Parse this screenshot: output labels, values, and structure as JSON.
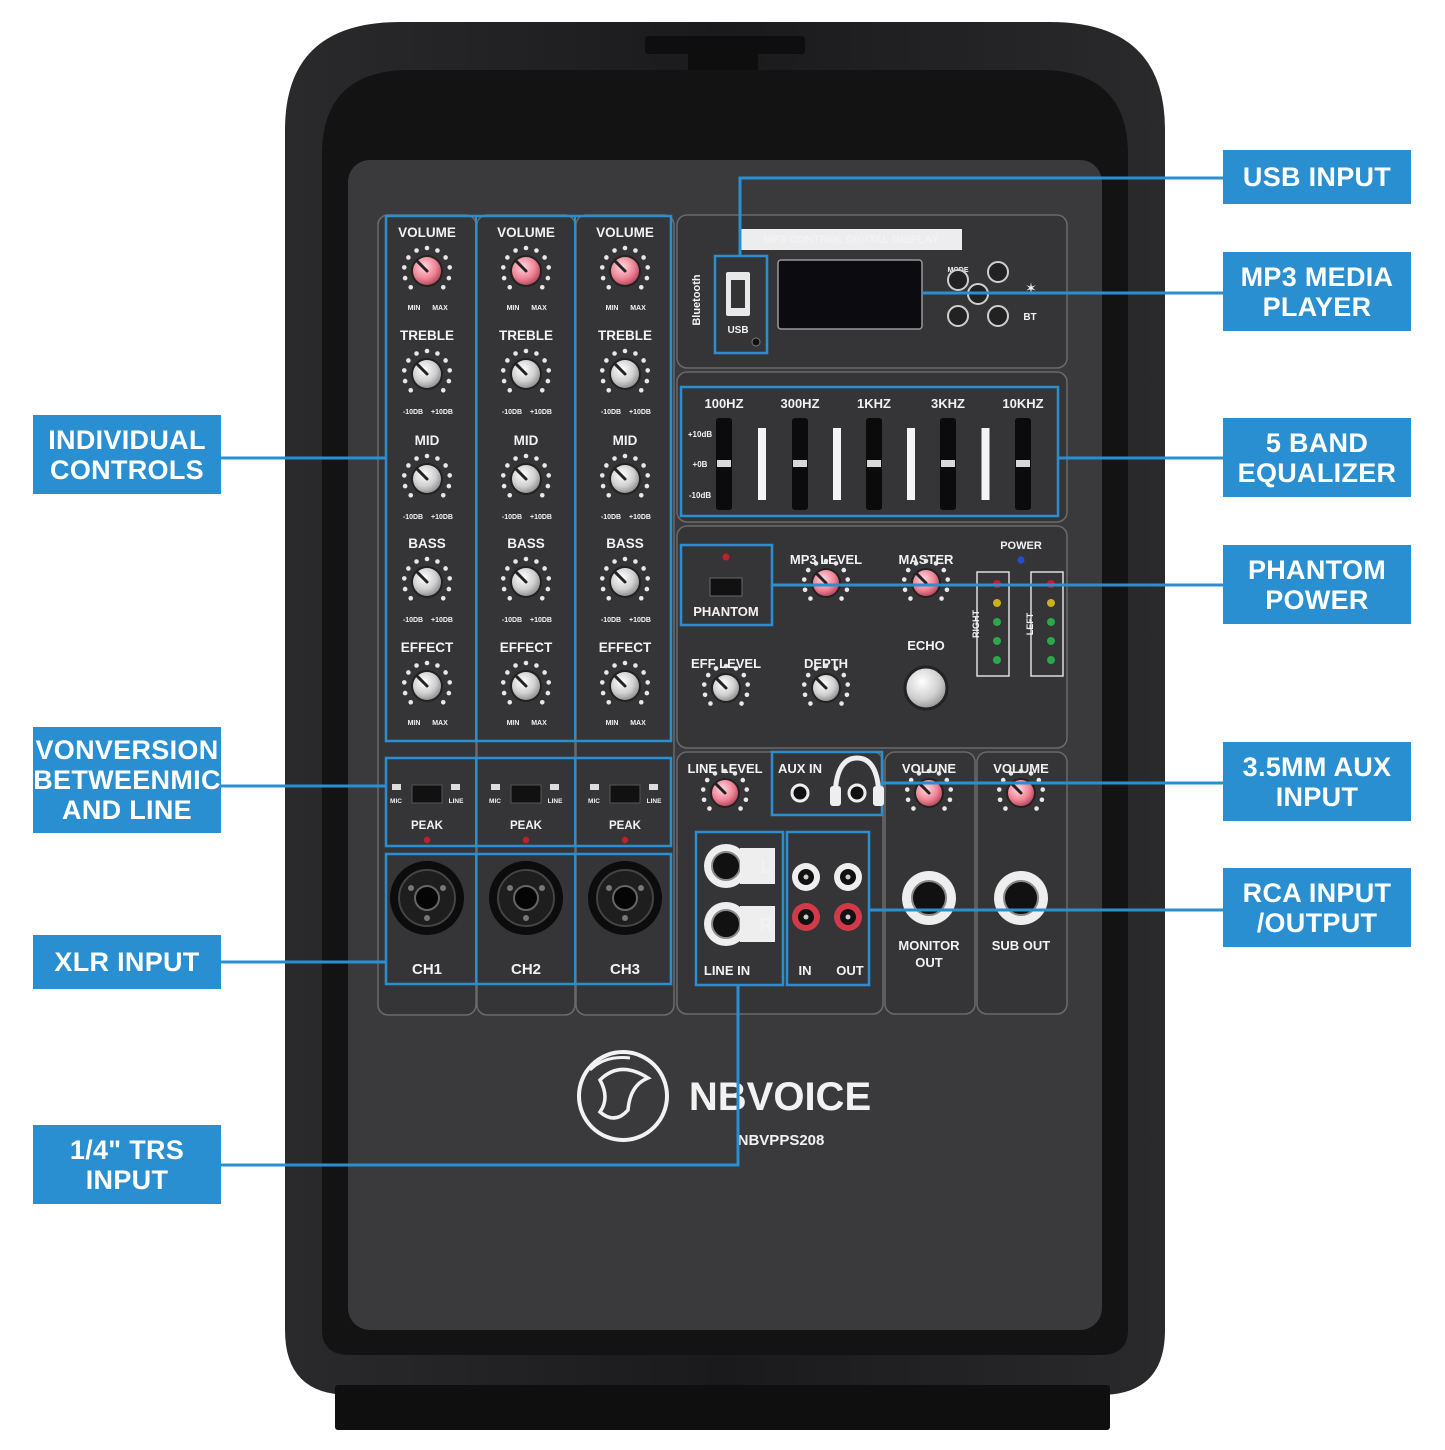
{
  "callouts": {
    "usb_input": "USB INPUT",
    "mp3_media_player": "MP3 MEDIA\nPLAYER",
    "individual_controls": "INDIVIDUAL\nCONTROLS",
    "five_band_equalizer": "5 BAND\nEQUALIZER",
    "phantom_power": "PHANTOM\nPOWER",
    "conversion_mic_line": "VONVERSION\nBETWEENMIC\nAND LINE",
    "aux_input": "3.5MM AUX\nINPUT",
    "rca_input_output": "RCA INPUT\n/OUTPUT",
    "xlr_input": "XLR INPUT",
    "trs_input": "1/4\" TRS\nINPUT"
  },
  "channels": [
    {
      "name": "CH1"
    },
    {
      "name": "CH2"
    },
    {
      "name": "CH3"
    }
  ],
  "channel_labels": {
    "volume": "VOLUME",
    "treble": "TREBLE",
    "mid": "MID",
    "bass": "BASS",
    "effect": "EFFECT",
    "min": "MIN",
    "max": "MAX",
    "minus_db": "-10DB",
    "plus_db": "+10DB",
    "mic": "MIC",
    "line": "LINE",
    "peak": "PEAK"
  },
  "mp3": {
    "display_label": "MP3 CONTROL DIGITAL DISPLAY",
    "bluetooth": "Bluetooth",
    "usb": "USB",
    "mode": "MODE",
    "bt": "BT"
  },
  "eq": {
    "bands": [
      "100HZ",
      "300HZ",
      "1KHZ",
      "3KHZ",
      "10KHZ"
    ],
    "scale": [
      "+10dB",
      "+0B",
      "-10dB"
    ]
  },
  "master": {
    "phantom": "PHANTOM",
    "mp3_level": "MP3 LEVEL",
    "master": "MASTER",
    "power": "POWER",
    "eff_level": "EFF LEVEL",
    "depth": "DEPTH",
    "echo": "ECHO",
    "right": "RIGHT",
    "left": "LEFT"
  },
  "io": {
    "line_level": "LINE LEVEL",
    "aux_in": "AUX IN",
    "volume": "VOLUNE",
    "volume2": "VOLUME",
    "line_in": "LINE IN",
    "l": "L",
    "r": "R",
    "in": "IN",
    "out": "OUT",
    "monitor_out_1": "MONITOR",
    "monitor_out_2": "OUT",
    "sub_out": "SUB OUT"
  },
  "brand": {
    "name": "NBVOICE",
    "model": "NBVPPS208"
  },
  "colors": {
    "callout_blue": "#2a8fd0",
    "cabinet": "#1d1d1f",
    "panel": "#3a3a3c",
    "knob_red": "#e0566a"
  }
}
